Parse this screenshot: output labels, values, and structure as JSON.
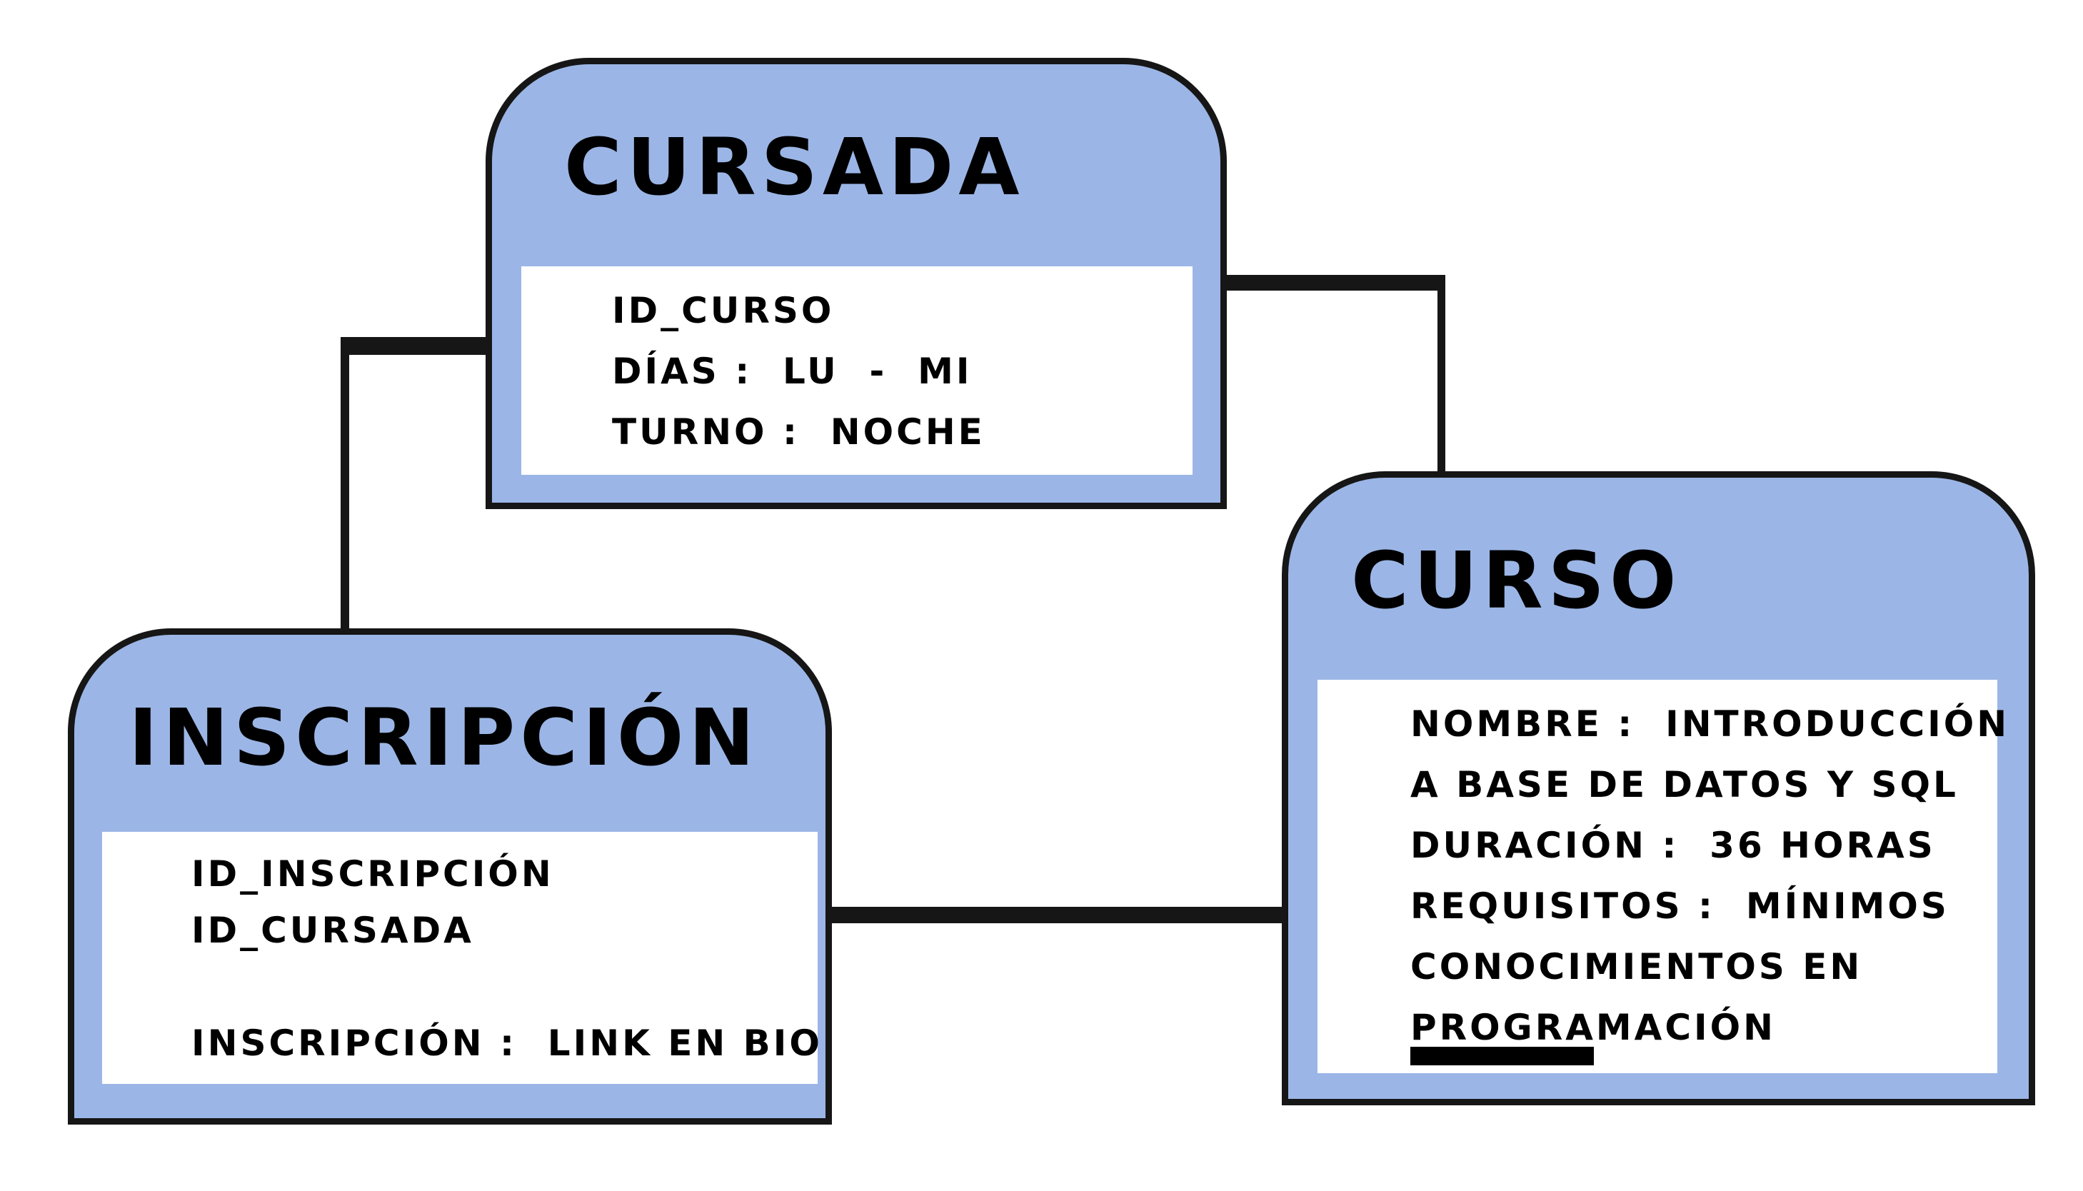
{
  "palette": {
    "box_fill": "#9bb6e6",
    "border_color": "#161616",
    "panel_fill": "#ffffff",
    "text_color": "#000000",
    "page_bg": "#ffffff"
  },
  "entities": [
    {
      "id": "cursada",
      "title": "CURSADA",
      "fields": [
        "ID_CURSO",
        "DÍAS :  LU  -  MI",
        "TURNO :  NOCHE"
      ]
    },
    {
      "id": "curso",
      "title": "CURSO",
      "fields": [
        "NOMBRE :  INTRODUCCIÓN",
        "A BASE DE DATOS Y SQL",
        "DURACIÓN :  36 HORAS",
        "REQUISITOS :  MÍNIMOS",
        "CONOCIMIENTOS EN",
        "PROGRAMACIÓN"
      ]
    },
    {
      "id": "inscripcion",
      "title": "INSCRIPCIÓN",
      "fields": [
        "ID_INSCRIPCIÓN",
        "ID_CURSADA",
        "",
        "INSCRIPCIÓN :  LINK EN BIO"
      ]
    }
  ],
  "relations": [
    {
      "from": "CURSADA",
      "to": "INSCRIPCIÓN"
    },
    {
      "from": "CURSADA",
      "to": "CURSO"
    },
    {
      "from": "INSCRIPCIÓN",
      "to": "CURSO"
    }
  ]
}
